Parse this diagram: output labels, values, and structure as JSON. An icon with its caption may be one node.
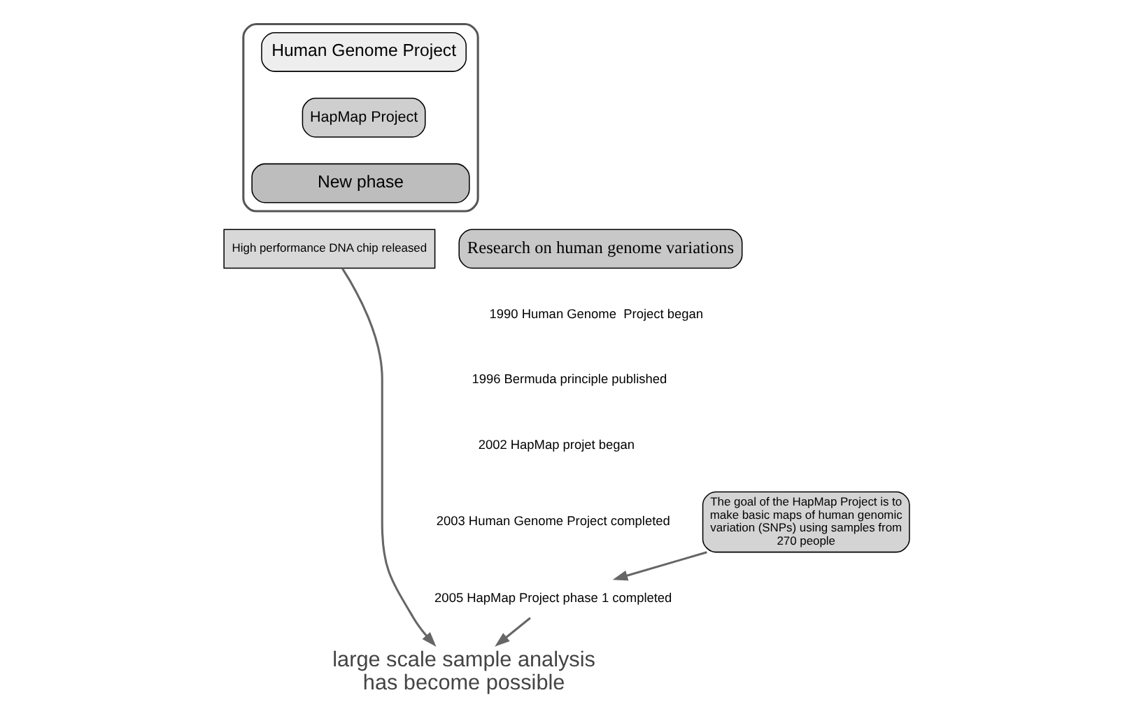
{
  "diagram": {
    "nodes": [
      {
        "text": [],
        "shape": "arrow"
      },
      {
        "text": [
          "Human Genome Project"
        ],
        "in": 0
      },
      {
        "text": [
          "HapMap Project"
        ],
        "in": 0
      },
      {
        "text": [
          "New phase"
        ],
        "in": 0
      },
      {
        "text": [
          "Research on human genome variations"
        ]
      },
      {
        "text": [
          "High performance DNA chip released"
        ]
      },
      {
        "text": [
          "2005 HapMap Project phase 1 completed"
        ]
      },
      {
        "text": [
          "large scale sample analysis has become possible"
        ]
      },
      {
        "text": [
          "The goal of the HapMap Project is to make basic maps of human genomic variation (SNPs) using samples from 270 people"
        ]
      }
    ],
    "edges": [
      {
        "from": 8,
        "to": 6,
        "arrow": "to"
      },
      {
        "from": 6,
        "to": 7,
        "arrow": "to"
      },
      {
        "from": 5,
        "to": 7,
        "arrow": "to"
      }
    ],
    "labels": [
      "1990 Human Genome  Project began",
      "1996 Bermuda principle published",
      "2002 HapMap projet began",
      "2003 Human Genome Project completed"
    ]
  }
}
